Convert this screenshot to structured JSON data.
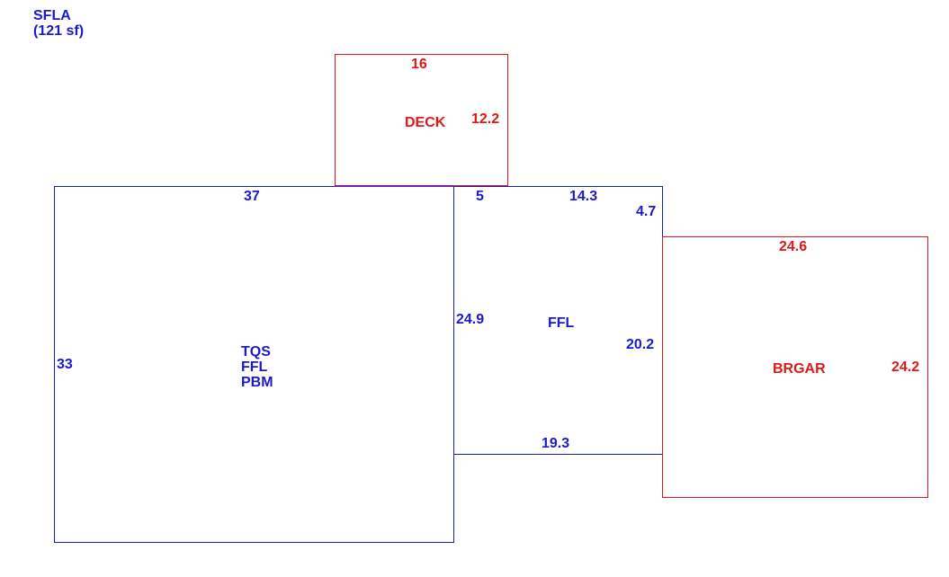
{
  "summary": {
    "line1": "SFLA",
    "line2": "(121 sf)"
  },
  "colors": {
    "living_area": "#1a1acc",
    "non_living": "#e01818",
    "background": "#ffffff"
  },
  "areas": {
    "deck": {
      "name": "DECK",
      "dimensions": {
        "top": "16",
        "right": "12.2"
      }
    },
    "main": {
      "codes": [
        "TQS",
        "FFL",
        "PBM"
      ],
      "dimensions": {
        "top": "37",
        "left": "33"
      }
    },
    "addition": {
      "code": "FFL",
      "dimensions": {
        "top_left": "5",
        "top_right": "14.3",
        "right_upper": "4.7",
        "left": "24.9",
        "right_lower": "20.2",
        "bottom": "19.3"
      }
    },
    "garage": {
      "name": "BRGAR",
      "dimensions": {
        "top": "24.6",
        "right": "24.2"
      }
    }
  }
}
